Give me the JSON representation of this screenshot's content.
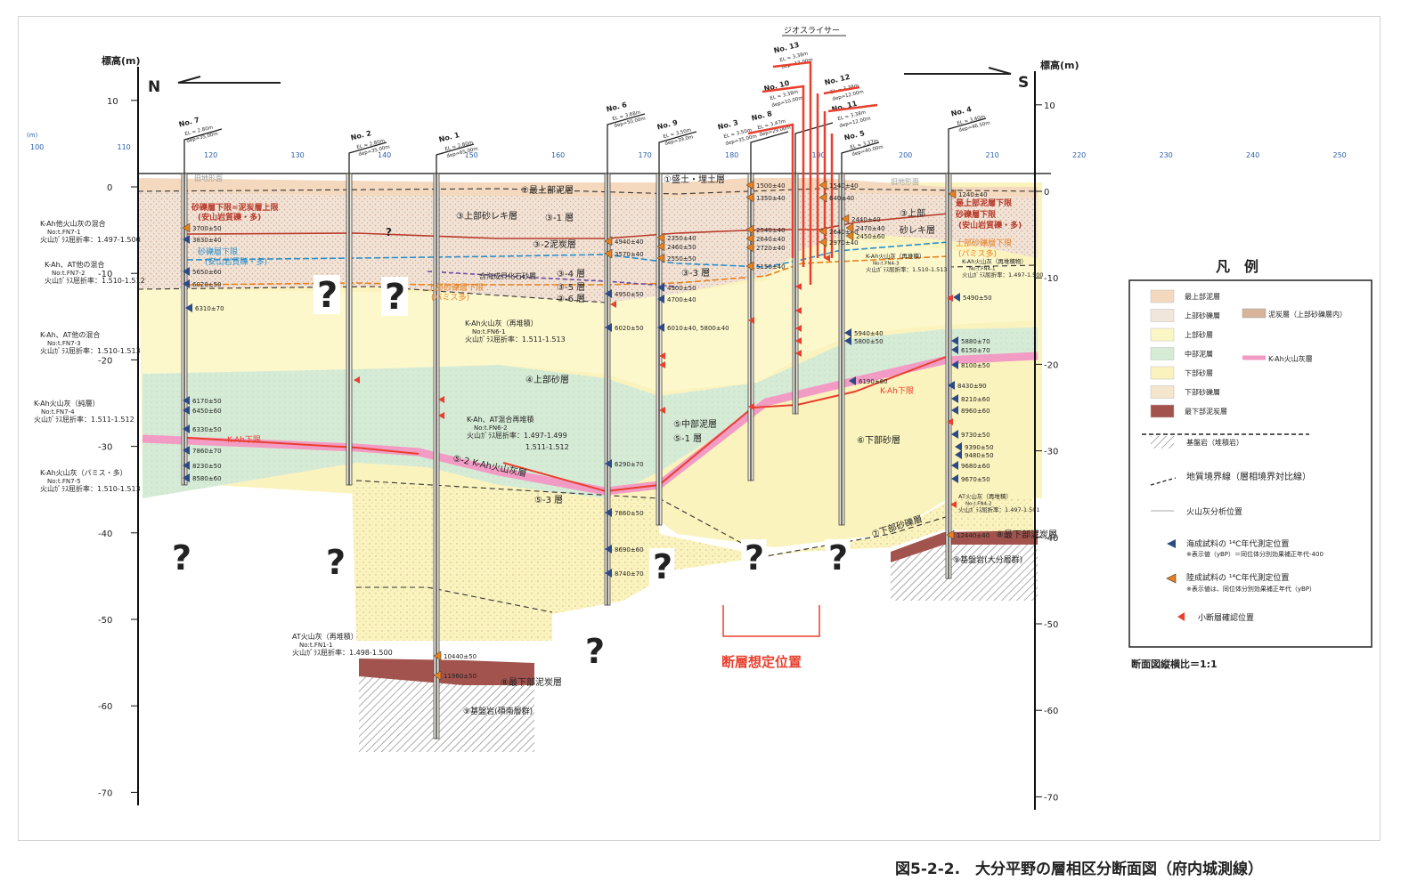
{
  "figure": {
    "caption": "図5-2-2.　大分平野の層相区分断面図（府内城測線）",
    "scale_note": "断面図縦横比＝1:1",
    "direction_left": "N",
    "direction_right": "S",
    "elevation_label_left": "標高(m)",
    "elevation_label_right": "標高(m)",
    "distance_unit": "(m)",
    "georiser_label": "ジオスライサー",
    "fault_label": "断層想定位置"
  },
  "elevation_ticks": [
    {
      "value": 10,
      "label": "10"
    },
    {
      "value": 0,
      "label": "0"
    },
    {
      "value": -10,
      "label": "-10"
    },
    {
      "value": -20,
      "label": "-20"
    },
    {
      "value": -30,
      "label": "-30"
    },
    {
      "value": -40,
      "label": "-40"
    },
    {
      "value": -50,
      "label": "-50"
    },
    {
      "value": -60,
      "label": "-60"
    },
    {
      "value": -70,
      "label": "-70"
    }
  ],
  "distance_ticks": [
    {
      "value": 100,
      "label": "100"
    },
    {
      "value": 110,
      "label": "110"
    },
    {
      "value": 120,
      "label": "120"
    },
    {
      "value": 130,
      "label": "130"
    },
    {
      "value": 140,
      "label": "140"
    },
    {
      "value": 150,
      "label": "150"
    },
    {
      "value": 160,
      "label": "160"
    },
    {
      "value": 170,
      "label": "170"
    },
    {
      "value": 180,
      "label": "180"
    },
    {
      "value": 190,
      "label": "190"
    },
    {
      "value": 200,
      "label": "200"
    },
    {
      "value": 210,
      "label": "210"
    },
    {
      "value": 220,
      "label": "220"
    },
    {
      "value": 230,
      "label": "230"
    },
    {
      "value": 240,
      "label": "240"
    },
    {
      "value": 250,
      "label": "250"
    }
  ],
  "boreholes": [
    {
      "name": "No. 7",
      "el": "EL = 2.80m",
      "dep": "dep=35.00m"
    },
    {
      "name": "No. 2",
      "el": "EL = 2.80m",
      "dep": "dep=35.00m"
    },
    {
      "name": "No. 1",
      "el": "EL = 2.80m",
      "dep": "dep=65.00m"
    },
    {
      "name": "No. 6",
      "el": "EL = 3.68m",
      "dep": "dep=50.00m"
    },
    {
      "name": "No. 9",
      "el": "EL = 3.50m",
      "dep": "dep=39.0m"
    },
    {
      "name": "No. 3",
      "el": "EL = 3.50m",
      "dep": "dep=35.00m"
    },
    {
      "name": "No. 8",
      "el": "EL = 3.47m",
      "dep": "dep=29.00m"
    },
    {
      "name": "No. 10",
      "el": "EL = 3.38m",
      "dep": "dep=10.00m"
    },
    {
      "name": "No. 13",
      "el": "EL = 3.38m",
      "dep": "dep=12.00m"
    },
    {
      "name": "No. 12",
      "el": "EL = 3.38m",
      "dep": "dep=12.00m"
    },
    {
      "name": "No. 11",
      "el": "EL = 3.38m",
      "dep": "dep=12.00m"
    },
    {
      "name": "No. 5",
      "el": "EL = 3.37m",
      "dep": "dep=40.00m"
    },
    {
      "name": "No. 4",
      "el": "EL = 3.40m",
      "dep": "dep=46.50m"
    }
  ],
  "layer_labels": [
    "①盛土・埋土層",
    "②最上部泥層",
    "③上部砂レキ層",
    "③-1 層",
    "③-2泥炭層",
    "③-3 層",
    "③-4 層",
    "③-5 層",
    "③-6 層",
    "④上部砂層",
    "⑤中部泥層",
    "⑤-1 層",
    "⑤-2 K-Ah火山灰層",
    "⑤-3 層",
    "⑥下部砂層",
    "⑦下部砂礫層",
    "⑧最下部泥炭層",
    "⑧最下部泥炭層",
    "⑨基盤岩(碩南層群)",
    "⑨基盤岩(大分層群)",
    "③上部",
    "砂レキ層",
    "含海成貝化石砂層",
    "旧地形面",
    "旧地形面"
  ],
  "colored_notes": [
    {
      "text": "砂礫層下限=泥炭層上限",
      "color": "#b83a2a"
    },
    {
      "text": "(安山岩質礫・多)",
      "color": "#b83a2a"
    },
    {
      "text": "砂礫層下限",
      "color": "#2a8fc9"
    },
    {
      "text": "(安山岩質礫・多)",
      "color": "#2a8fc9"
    },
    {
      "text": "上部砂礫層下限",
      "color": "#e8801e"
    },
    {
      "text": "(パミス多)",
      "color": "#e8801e"
    },
    {
      "text": "最上部泥層下限",
      "color": "#b83a2a"
    },
    {
      "text": "砂礫層下限",
      "color": "#b83a2a"
    },
    {
      "text": "(安山岩質礫・多)",
      "color": "#b83a2a"
    },
    {
      "text": "上部砂礫層下限",
      "color": "#e8801e"
    },
    {
      "text": "(パミス多)",
      "color": "#e8801e"
    },
    {
      "text": "K-Ah下限",
      "color": "#e8402e"
    },
    {
      "text": "K-Ah下限",
      "color": "#e8402e"
    }
  ],
  "tephra_notes": [
    {
      "title": "K-Ah他火山灰の混合",
      "no": "No:t.FN7-1",
      "ri": "火山ｶﾞﾗｽ屈折率：1.497-1.500"
    },
    {
      "title": "K-Ah、AT他の混合",
      "no": "No:t.FN7-2",
      "ri": "火山ｶﾞﾗｽ屈折率：1.510-1.512"
    },
    {
      "title": "K-Ah、AT他の混合",
      "no": "No:t.FN7-3",
      "ri": "火山ｶﾞﾗｽ屈折率：1.510-1.513"
    },
    {
      "title": "K-Ah火山灰（純層）",
      "no": "No:t.FN7-4",
      "ri": "火山ｶﾞﾗｽ屈折率：1.511-1.512"
    },
    {
      "title": "K-Ah火山灰（パミス・多）",
      "no": "No:t.FN7-5",
      "ri": "火山ｶﾞﾗｽ屈折率：1.510-1.513"
    },
    {
      "title": "K-Ah火山灰（再堆積）",
      "no": "No:t.FN6-1",
      "ri": "火山ｶﾞﾗｽ屈折率：1.511-1.513"
    },
    {
      "title": "K-Ah、AT混合再堆積",
      "no": "No:t.FN6-2",
      "ri": "火山ｶﾞﾗｽ屈折率：1.497-1.499"
    },
    {
      "title": "AT火山灰（再堆積）",
      "no": "No:t.FN1-1",
      "ri": "火山ｶﾞﾗｽ屈折率：1.498-1.500"
    },
    {
      "title": "K-Ah火山灰（再堆積）",
      "no": "No:t.FN4-3",
      "ri": "火山ｶﾞﾗｽ屈折率：1.510-1.513"
    },
    {
      "title": "K-Ah火山灰（再堆積物）",
      "no": "No:t.FN4-1",
      "ri": "火山ｶﾞﾗｽ屈折率：1.497-1.500"
    },
    {
      "title": "AT火山灰（再堆積）",
      "no": "No:t.FN4-2",
      "ri": "火山ｶﾞﾗｽ屈折率：1.497-1.501"
    }
  ],
  "extra_ri": "1.511-1.512",
  "dates": [
    "3700±50",
    "3830±40",
    "5650±60",
    "6020±50",
    "6310±70",
    "6170±50",
    "6450±60",
    "6330±50",
    "7860±70",
    "8230±50",
    "8580±60",
    "10440±50",
    "11960±50",
    "4940±40",
    "3570±40",
    "4950±50",
    "6020±50",
    "6290±70",
    "7860±50",
    "8690±60",
    "8740±70",
    "2350±40",
    "2460±50",
    "2550±50",
    "4900±50",
    "4700±40",
    "6010±40, 5800±40",
    "1500±40",
    "1350±40",
    "2540±40",
    "2640±40",
    "2720±40",
    "5150±40",
    "1540±40",
    "640±40",
    "2640±40",
    "2970±40",
    "2440±40",
    "2470±40",
    "2450±60",
    "5940±40",
    "5800±50",
    "6190±60",
    "1240±40",
    "5490±50",
    "5880±70",
    "6150±70",
    "8100±50",
    "8430±90",
    "8210±60",
    "8960±60",
    "9730±50",
    "9390±50",
    "9480±50",
    "9680±60",
    "9670±50",
    "12440±40"
  ],
  "question_mark": "?",
  "legend": {
    "title": "凡　例",
    "items": [
      {
        "label": "最上部泥層",
        "color": "#f4d9bf"
      },
      {
        "label": "上部砂礫層",
        "color": "#f1e6dc"
      },
      {
        "label": "上部砂層",
        "color": "#fbf7c4"
      },
      {
        "label": "中部泥層",
        "color": "#d6ebd6"
      },
      {
        "label": "下部砂層",
        "color": "#fbf3bd"
      },
      {
        "label": "下部砂礫層",
        "color": "#f4e6cc"
      },
      {
        "label": "最下部泥炭層",
        "color": "#a2534e"
      }
    ],
    "right_items": [
      {
        "label": "泥炭層（上部砂礫層内）",
        "color": "#d8b49a"
      },
      {
        "label": "K-Ah火山灰層",
        "color": "#f29bc4"
      }
    ],
    "bedrock": "基盤岩（堆積岩）",
    "boundary": "地質境界線（層相境界対比線）",
    "tephra_position": "火山灰分析位置",
    "marine": "海成試料の ¹⁴C年代測定位置",
    "marine_note": "※表示値（yBP）＝同位体分別効果補正年代-400",
    "terrestrial": "陸成試料の ¹⁴C年代測定位置",
    "terrestrial_note": "※表示値は、同位体分別効果補正年代（yBP）",
    "fault_small": "小断層確認位置"
  },
  "colors": {
    "top_mud": "#f4d9bf",
    "gravel": "#f1e2d6",
    "upper_sand": "#fbf7c4",
    "middle_mud": "#d6ebd6",
    "lower_sand": "#fbf3bd",
    "lower_gravel": "#f4e6cc",
    "peat": "#a2534e",
    "kah": "#f29bc4",
    "red": "#e8402e",
    "orange": "#e8801e",
    "blue": "#2a8fc9",
    "marine_marker": "#2d4a86",
    "terrestrial_marker": "#e8801e"
  }
}
